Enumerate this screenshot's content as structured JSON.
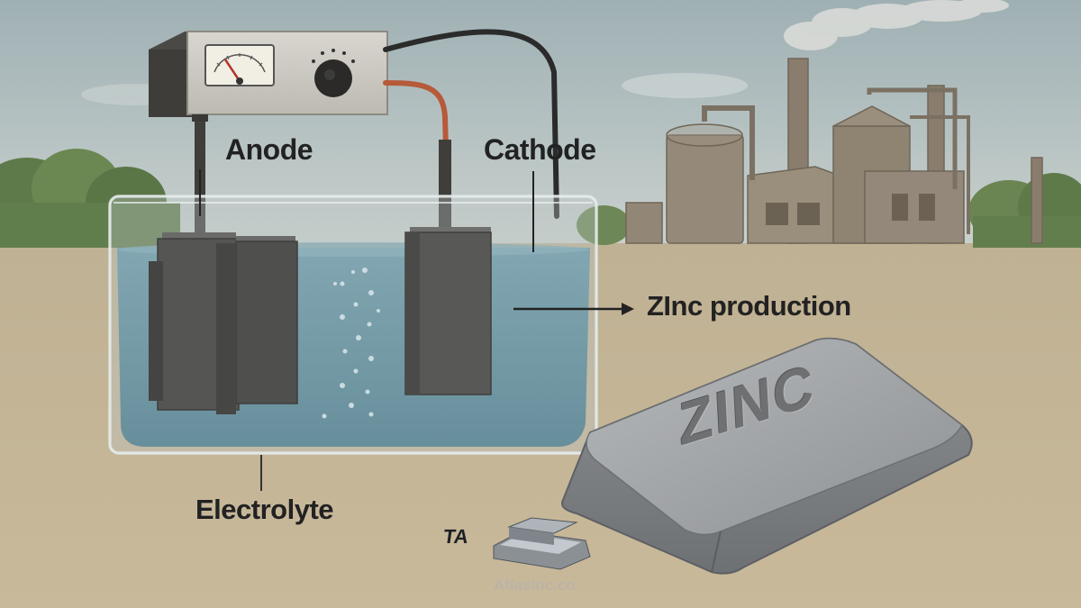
{
  "labels": {
    "anode": "Anode",
    "cathode": "Cathode",
    "zinc_production": "ZInc production",
    "electrolyte": "Electrolyte"
  },
  "ingot_text": "ZINC",
  "watermark": "Aflasinc.co",
  "colors": {
    "sky": "#b8c4c6",
    "ground": "#c7b89c",
    "electrolyte": "#6e98a8",
    "electrode": "#505050",
    "wire_red": "#b65a3a",
    "ingot": "#9a9c9e"
  },
  "icons": [
    "ammeter-gauge-icon",
    "control-knob-icon",
    "logo-icon",
    "arrow-icon"
  ]
}
